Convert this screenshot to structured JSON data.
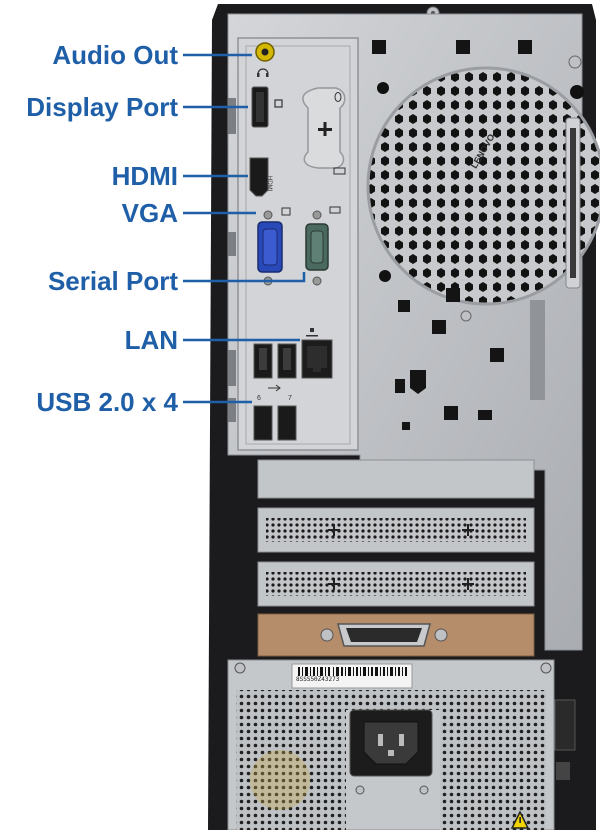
{
  "labels": {
    "audio_out": "Audio Out",
    "display_port": "Display Port",
    "hdmi": "HDMI",
    "vga": "VGA",
    "serial_port": "Serial Port",
    "lan": "LAN",
    "usb": "USB 2.0 x 4"
  },
  "markings": {
    "hdmi_text": "HDMI",
    "usb_numbers": [
      "6",
      "7"
    ],
    "barcode_text": "8SSS50Z43273",
    "case_logo": "LENOVO"
  },
  "colors": {
    "label_text": "#1f5fa8",
    "leader_line": "#1f5fa8",
    "case_black": "#1b1b1d",
    "panel_silver": "#b9bcc1",
    "vga_blue": "#2a49b8",
    "audio_yellow": "#d4b800"
  },
  "icons": [
    "headphone-icon",
    "displayport-icon",
    "mouse-icon",
    "keyboard-icon",
    "monitor-icon",
    "serial-icon",
    "network-icon",
    "usb-icon",
    "warning-icon"
  ]
}
